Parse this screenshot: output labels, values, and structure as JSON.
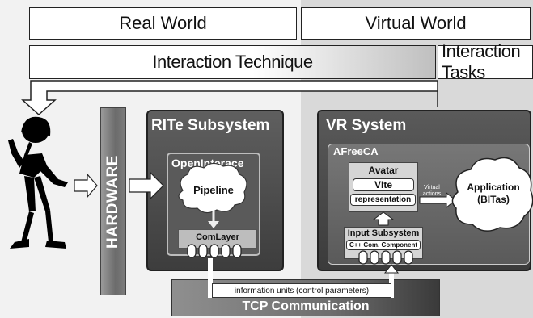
{
  "header": {
    "real_world": "Real World",
    "virtual_world": "Virtual World",
    "interaction_technique": "Interaction Technique",
    "interaction_tasks": "Interaction Tasks"
  },
  "hardware": {
    "label": "HARDWARE"
  },
  "rite": {
    "title": "RITe  Subsystem",
    "openinterace": "OpenInterace",
    "pipeline": "Pipeline",
    "comlayer": "ComLayer"
  },
  "vr": {
    "title": "VR System",
    "afreeca": "AFreeCA",
    "avatar": "Avatar",
    "vite": "VIte",
    "representation": "representation",
    "virtual_actions_1": "Virtual",
    "virtual_actions_2": "actions",
    "application_1": "Application",
    "application_2": "(BITas)",
    "input_subsystem": "Input Subsystem",
    "cpp_component": "C++ Com. Component"
  },
  "tcp": {
    "info_units": "information units (control parameters)",
    "label": "TCP Communication"
  },
  "icons": [
    "person-figure",
    "cloud-shape",
    "block-arrow",
    "connector-ports"
  ]
}
